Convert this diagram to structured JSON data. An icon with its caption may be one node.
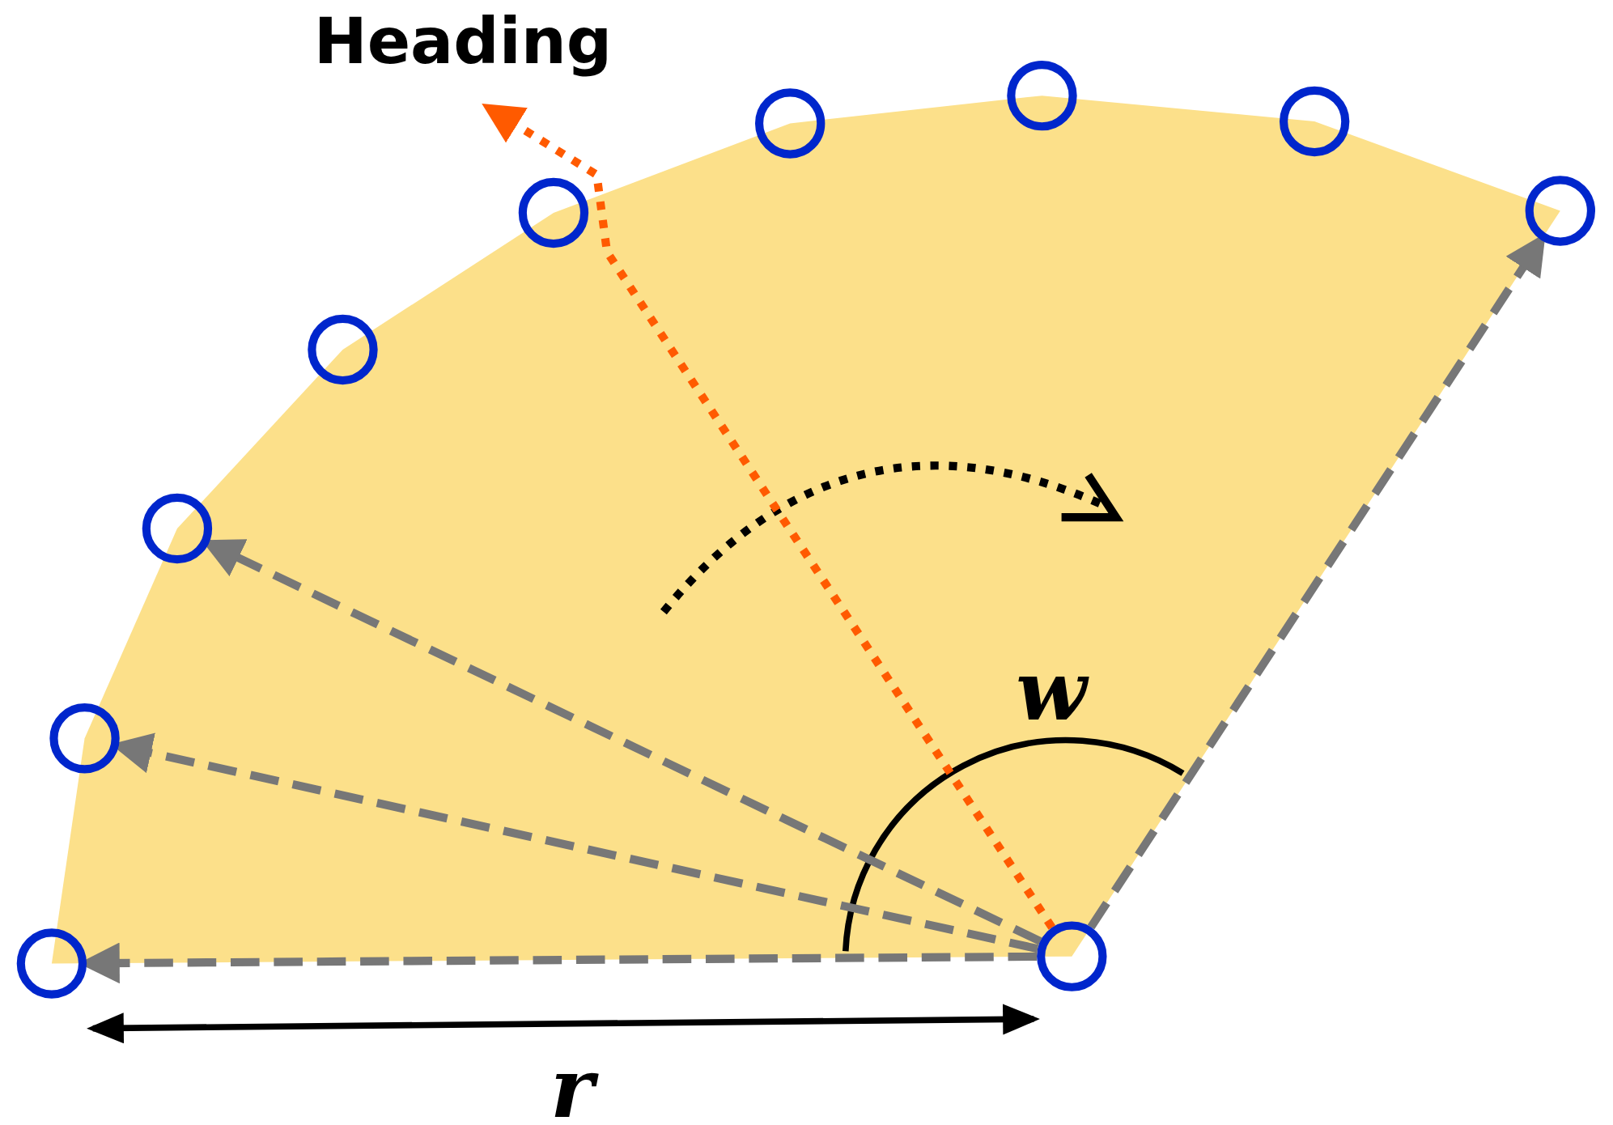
{
  "diagram": {
    "nodes": [
      {
        "text": [
          "Heading"
        ]
      },
      {
        "text": [],
        "shape": "circle"
      },
      {
        "text": [],
        "shape": "circle"
      },
      {
        "text": [],
        "shape": "circle"
      },
      {
        "text": [],
        "shape": "circle"
      },
      {
        "text": [],
        "shape": "circle"
      },
      {
        "text": [],
        "shape": "circle"
      },
      {
        "text": [],
        "shape": "circle"
      },
      {
        "text": [],
        "shape": "circle"
      },
      {
        "text": [],
        "shape": "circle"
      },
      {
        "text": [],
        "shape": "circle"
      }
    ],
    "edges": [
      {
        "from": 8,
        "to": 1,
        "arrow": "to",
        "style": "dashed"
      },
      {
        "from": 8,
        "to": 2,
        "arrow": "to",
        "style": "dashed"
      },
      {
        "from": 8,
        "to": 3,
        "arrow": "to",
        "style": "dashed"
      },
      {
        "from": 8,
        "to": 10,
        "arrow": "to",
        "style": "dashed"
      },
      {
        "from": 8,
        "to": 0,
        "arrow": "to",
        "style": "dashed",
        "color": "#ff5a00"
      }
    ],
    "labels": [
      "w",
      "r"
    ]
  }
}
